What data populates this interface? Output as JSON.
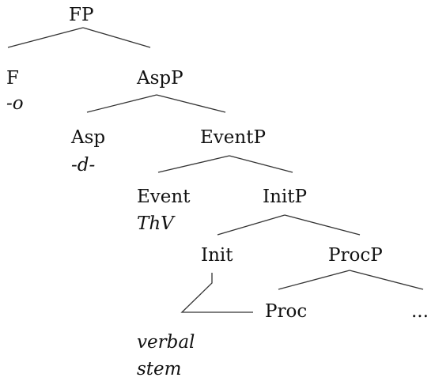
{
  "colors": {
    "background": "#ffffff",
    "line": "#333333",
    "text": "#111111"
  },
  "nodes": {
    "fp": "FP",
    "f": "F",
    "f_exponent": "-o",
    "aspp": "AspP",
    "asp": "Asp",
    "asp_exponent": "-d-",
    "eventp": "EventP",
    "event": "Event",
    "event_exponent": "ThV",
    "initp": "InitP",
    "init": "Init",
    "procp": "ProcP",
    "proc": "Proc",
    "ellipsis": "...",
    "verbal": "verbal",
    "stem": "stem"
  }
}
